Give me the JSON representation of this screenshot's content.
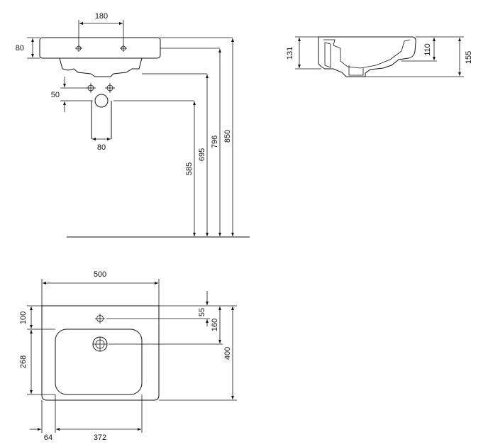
{
  "front_view": {
    "dims": {
      "tap_spacing": "180",
      "rim_height": "80",
      "valve_vertical_offset": "50",
      "waste_spacing": "80",
      "height_585": "585",
      "height_695": "695",
      "height_796": "796",
      "height_850": "850"
    }
  },
  "side_view": {
    "dims": {
      "depth_131": "131",
      "depth_110": "110",
      "depth_155": "155"
    }
  },
  "top_view": {
    "dims": {
      "width": "500",
      "back_margin": "100",
      "basin_depth": "268",
      "tap_offset": "55",
      "waste_offset": "160",
      "total_depth": "400",
      "left_offset": "64",
      "basin_width": "372"
    }
  }
}
